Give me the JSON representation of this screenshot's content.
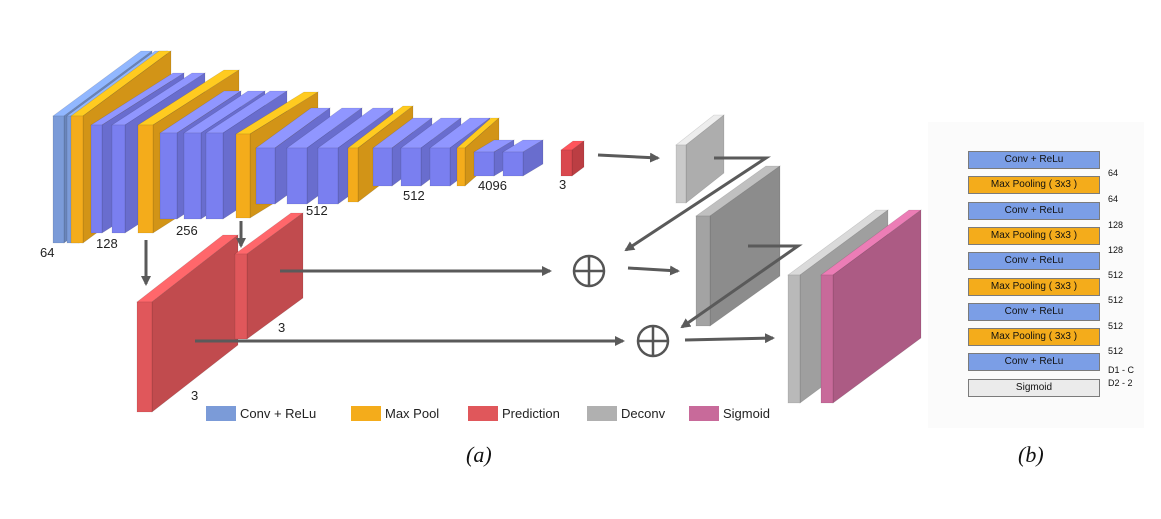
{
  "colors": {
    "conv": "#7a7ff0",
    "conv_first": "#7b9bd8",
    "maxpool": "#f4ac1b",
    "prediction": "#d9484e",
    "deconv": "#9a9a9a",
    "sigmoid": "#b54f82",
    "arrow": "#5a5a5a"
  },
  "panel_a": {
    "caption": "(a)",
    "block_labels": [
      "64",
      "128",
      "256",
      "512",
      "512",
      "4096",
      "3"
    ],
    "prediction_labels": [
      "3",
      "3"
    ],
    "legend": [
      {
        "label": "Conv + ReLu",
        "color": "#7b9bd8"
      },
      {
        "label": "Max Pool",
        "color": "#f4ac1b"
      },
      {
        "label": "Prediction",
        "color": "#e0575b"
      },
      {
        "label": "Deconv",
        "color": "#b0b0b0"
      },
      {
        "label": "Sigmoid",
        "color": "#c86a9a"
      }
    ],
    "sum_symbol": "⊕"
  },
  "panel_b": {
    "caption": "(b)",
    "rows": [
      {
        "label": "Conv + ReLu",
        "kind": "conv"
      },
      {
        "label": "Max Pooling ( 3x3 )",
        "kind": "pool"
      },
      {
        "label": "Conv + ReLu",
        "kind": "conv"
      },
      {
        "label": "Max Pooling ( 3x3 )",
        "kind": "pool"
      },
      {
        "label": "Conv + ReLu",
        "kind": "conv"
      },
      {
        "label": "Max Pooling ( 3x3 )",
        "kind": "pool"
      },
      {
        "label": "Conv + ReLu",
        "kind": "conv"
      },
      {
        "label": "Max Pooling ( 3x3 )",
        "kind": "pool"
      },
      {
        "label": "Conv + ReLu",
        "kind": "conv"
      },
      {
        "label": "Sigmoid",
        "kind": "sigmoid"
      }
    ],
    "numbers": [
      "64",
      "64",
      "128",
      "128",
      "512",
      "512",
      "512",
      "512",
      "D1 - C",
      "D2 - 2"
    ]
  }
}
